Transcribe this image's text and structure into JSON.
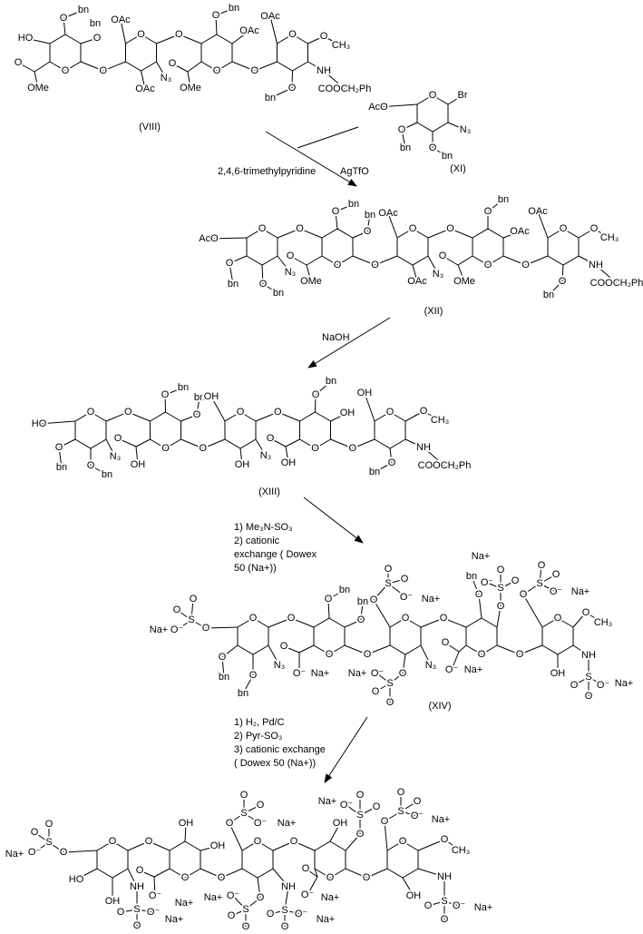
{
  "ring_oxygen": "O",
  "colors": {
    "ink": "#000000",
    "background": "#ffffff"
  },
  "molecules": [
    {
      "id": "VIII",
      "labels": [
        "HO",
        "O",
        "bn",
        "O",
        "bn",
        "O",
        "OMe",
        "OAc",
        "OAc",
        "N₃",
        "O",
        "bn",
        "OAc",
        "O",
        "OMe",
        "OAc",
        "O",
        "CH₃",
        "NH",
        "COOCH₂Ph",
        "O",
        "bn",
        "(VIII)"
      ]
    },
    {
      "id": "XI",
      "labels": [
        "AcO",
        "Br",
        "N₃",
        "O",
        "bn",
        "O",
        "bn",
        "(XI)"
      ]
    },
    {
      "id": "XII",
      "labels": [
        "AcO",
        "O",
        "bn",
        "O",
        "bn",
        "N₃",
        "O",
        "bn",
        "bn",
        "O",
        "O",
        "OMe",
        "OAc",
        "OAc",
        "N₃",
        "O",
        "bn",
        "OAc",
        "O",
        "OMe",
        "OAc",
        "O",
        "CH₃",
        "NH",
        "COOCH₂Ph",
        "O",
        "bn",
        "(XII)"
      ]
    },
    {
      "id": "XIII",
      "labels": [
        "HO",
        "O",
        "bn",
        "O",
        "bn",
        "N₃",
        "O",
        "bn",
        "bn",
        "O",
        "O",
        "OH",
        "OH",
        "OH",
        "N₃",
        "O",
        "bn",
        "OH",
        "O",
        "OH",
        "OH",
        "O",
        "CH₃",
        "NH",
        "COOCH₂Ph",
        "O",
        "bn",
        "(XIII)"
      ]
    },
    {
      "id": "XIV",
      "labels": [
        "Na+",
        "O⁻",
        "S",
        "O",
        "O",
        "O",
        "O",
        "bn",
        "O",
        "bn",
        "N₃",
        "O",
        "bn",
        "bn",
        "O",
        "O",
        "O⁻",
        "Na+",
        "O",
        "S",
        "O",
        "O",
        "O⁻",
        "Na+",
        "O",
        "S",
        "O⁻",
        "O",
        "O",
        "Na+",
        "N₃",
        "O",
        "bn",
        "O",
        "S",
        "O⁻",
        "O",
        "O",
        "O",
        "O⁻",
        "Na+",
        "O",
        "S",
        "O",
        "O",
        "O⁻",
        "Na+",
        "O",
        "CH₃",
        "OH",
        "NH",
        "S",
        "O",
        "O⁻",
        "O",
        "Na+",
        "Na+",
        "(XIV)"
      ]
    },
    {
      "id": "final",
      "labels": [
        "Na+",
        "O⁻",
        "S",
        "O",
        "O",
        "O",
        "HO",
        "OH",
        "NH",
        "S",
        "O",
        "O⁻",
        "O",
        "Na+",
        "OH",
        "OH",
        "O",
        "O⁻",
        "Na+",
        "O",
        "S",
        "O",
        "O",
        "O⁻",
        "Na+",
        "O",
        "S",
        "O⁻",
        "O",
        "O",
        "Na+",
        "NH",
        "S",
        "O",
        "O⁻",
        "O",
        "Na+",
        "Na+",
        "OH",
        "O",
        "S",
        "O⁻",
        "O",
        "O",
        "O",
        "O⁻",
        "Na+",
        "O",
        "S",
        "O",
        "O",
        "O⁻",
        "Na+",
        "O",
        "CH₃",
        "OH",
        "NH",
        "S",
        "O",
        "O⁻",
        "O",
        "Na+"
      ]
    }
  ],
  "steps": [
    {
      "reagents": [
        "2,4,6-trimethylpyridine"
      ],
      "coreagent": "AgTfO"
    },
    {
      "reagents": [
        "NaOH"
      ]
    },
    {
      "reagents": [
        "1) Me₃N-SO₃",
        "2) cationic",
        "exchange ( Dowex",
        "50 (Na+))"
      ]
    },
    {
      "reagents": [
        "1) H₂, Pd/C",
        "2) Pyr-SO₃",
        "3) cationic exchange",
        "( Dowex 50 (Na+))"
      ]
    }
  ]
}
